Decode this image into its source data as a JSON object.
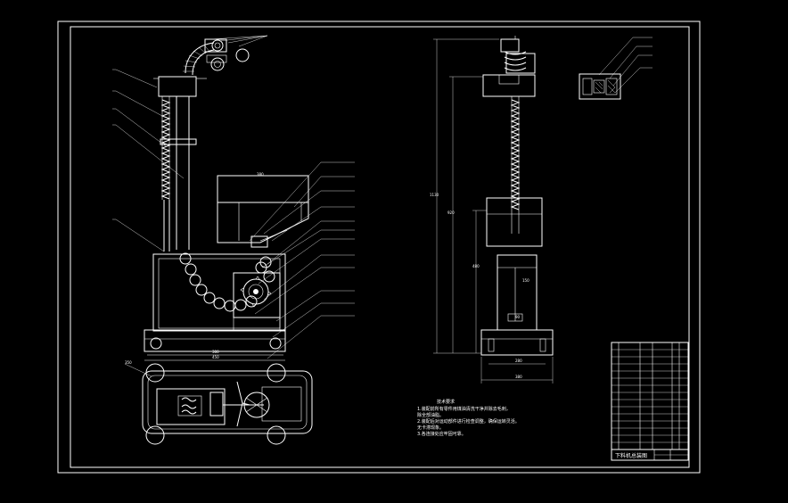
{
  "colors": {
    "background": "#000000",
    "line": "#ffffff"
  },
  "drawing": {
    "tech_requirements_title": "技术要求",
    "tech_requirements": [
      "1.装配前所有零件用煤油清洗干净并除去毛刺，",
      "  除全部油脂。",
      "2.装配后对运动部件进行检查调整，确保运转灵活。",
      "  无卡滞现象。",
      "3.各连接处应牢固可靠。"
    ],
    "title_block_name": "下料机总装图"
  }
}
